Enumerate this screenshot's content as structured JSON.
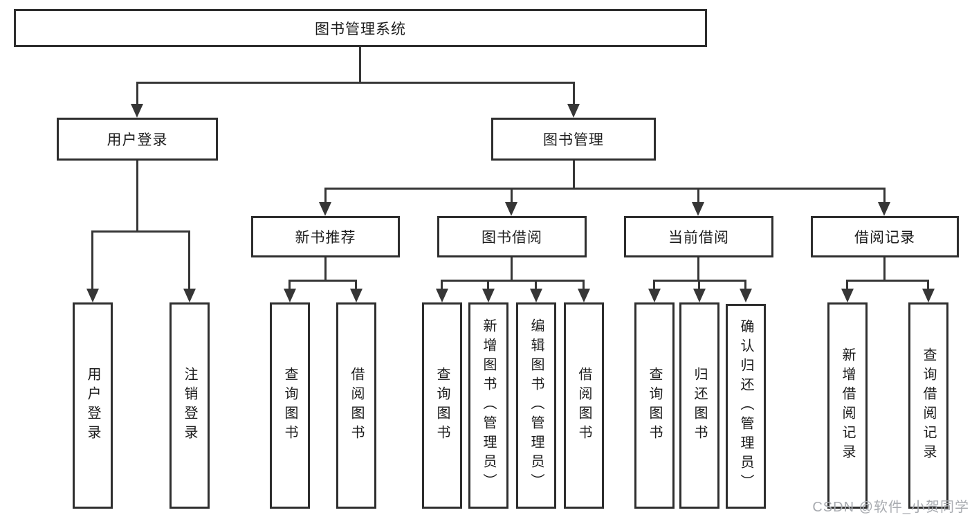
{
  "watermark": "CSDN @软件_小贺同学",
  "colors": {
    "line": "#363636",
    "border": "#2e2e2e",
    "text": "#1c1c1c",
    "watermark": "#a8abb0"
  },
  "tree": {
    "root": {
      "label": "图书管理系统"
    },
    "user_login": {
      "label": "用户登录",
      "children": [
        {
          "label": "用户登录"
        },
        {
          "label": "注销登录"
        }
      ]
    },
    "book_mgmt": {
      "label": "图书管理",
      "groups": [
        {
          "label": "新书推荐",
          "children": [
            {
              "label": "查询图书"
            },
            {
              "label": "借阅图书"
            }
          ]
        },
        {
          "label": "图书借阅",
          "children": [
            {
              "label": "查询图书"
            },
            {
              "label": "新增图书（管理员）"
            },
            {
              "label": "编辑图书（管理员）"
            },
            {
              "label": "借阅图书"
            }
          ]
        },
        {
          "label": "当前借阅",
          "children": [
            {
              "label": "查询图书"
            },
            {
              "label": "归还图书"
            },
            {
              "label": "确认归还（管理员）"
            }
          ]
        },
        {
          "label": "借阅记录",
          "children": [
            {
              "label": "新增借阅记录"
            },
            {
              "label": "查询借阅记录"
            }
          ]
        }
      ]
    }
  }
}
